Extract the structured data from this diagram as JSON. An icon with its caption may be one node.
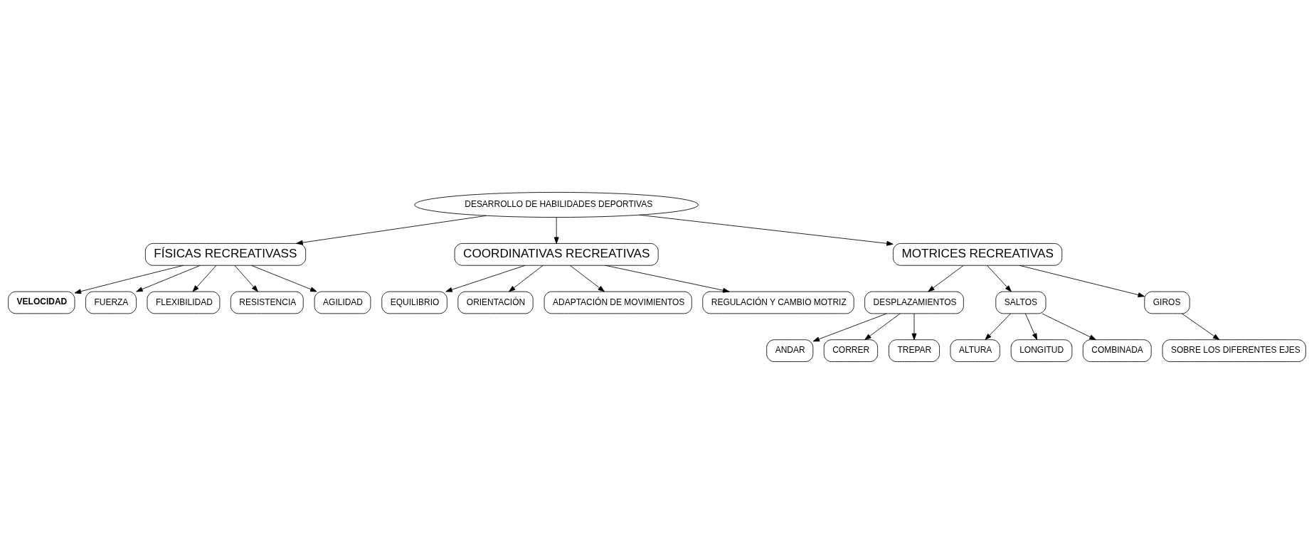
{
  "diagram": {
    "nodes": [
      {
        "text": [
          "DESARROLLO DE HABILIDADES DEPORTIVAS"
        ]
      },
      {
        "text": [
          "FÍSICAS RECREATIVASS"
        ]
      },
      {
        "text": [
          "VELOCIDAD"
        ]
      },
      {
        "text": [
          "FUERZA"
        ]
      },
      {
        "text": [
          "FLEXIBILIDAD"
        ]
      },
      {
        "text": [
          "RESISTENCIA"
        ]
      },
      {
        "text": [
          "AGILIDAD"
        ]
      },
      {
        "text": [
          "COORDINATIVAS RECREATIVAS"
        ]
      },
      {
        "text": [
          "EQUILIBRIO"
        ]
      },
      {
        "text": [
          "ORIENTACIÓN"
        ]
      },
      {
        "text": [
          "ADAPTACIÓN DE MOVIMIENTOS"
        ]
      },
      {
        "text": [
          "REGULACIÓN Y CAMBIO MOTRIZ"
        ]
      },
      {
        "text": [
          "MOTRICES RECREATIVAS"
        ]
      },
      {
        "text": [
          "DESPLAZAMIENTOS"
        ]
      },
      {
        "text": [
          "ANDAR"
        ]
      },
      {
        "text": [
          "CORRER"
        ]
      },
      {
        "text": [
          "TREPAR"
        ]
      },
      {
        "text": [
          "SALTOS"
        ]
      },
      {
        "text": [
          "ALTURA"
        ]
      },
      {
        "text": [
          "LONGITUD"
        ]
      },
      {
        "text": [
          "COMBINADA"
        ]
      },
      {
        "text": [
          "GIROS"
        ]
      },
      {
        "text": [
          "SOBRE LOS DIFERENTES EJES"
        ]
      }
    ],
    "edges": [
      {
        "from": 0,
        "to": 1,
        "arrow": "to"
      },
      {
        "from": 0,
        "to": 7,
        "arrow": "to"
      },
      {
        "from": 0,
        "to": 12,
        "arrow": "to"
      },
      {
        "from": 1,
        "to": 2,
        "arrow": "to"
      },
      {
        "from": 1,
        "to": 3,
        "arrow": "to"
      },
      {
        "from": 1,
        "to": 4,
        "arrow": "to"
      },
      {
        "from": 1,
        "to": 5,
        "arrow": "to"
      },
      {
        "from": 1,
        "to": 6,
        "arrow": "to"
      },
      {
        "from": 7,
        "to": 8,
        "arrow": "to"
      },
      {
        "from": 7,
        "to": 9,
        "arrow": "to"
      },
      {
        "from": 7,
        "to": 10,
        "arrow": "to"
      },
      {
        "from": 7,
        "to": 11,
        "arrow": "to"
      },
      {
        "from": 12,
        "to": 13,
        "arrow": "to"
      },
      {
        "from": 12,
        "to": 17,
        "arrow": "to"
      },
      {
        "from": 12,
        "to": 21,
        "arrow": "to"
      },
      {
        "from": 13,
        "to": 14,
        "arrow": "to"
      },
      {
        "from": 13,
        "to": 15,
        "arrow": "to"
      },
      {
        "from": 13,
        "to": 16,
        "arrow": "to"
      },
      {
        "from": 17,
        "to": 18,
        "arrow": "to"
      },
      {
        "from": 17,
        "to": 19,
        "arrow": "to"
      },
      {
        "from": 17,
        "to": 20,
        "arrow": "to"
      },
      {
        "from": 21,
        "to": 22,
        "arrow": "to"
      }
    ]
  }
}
